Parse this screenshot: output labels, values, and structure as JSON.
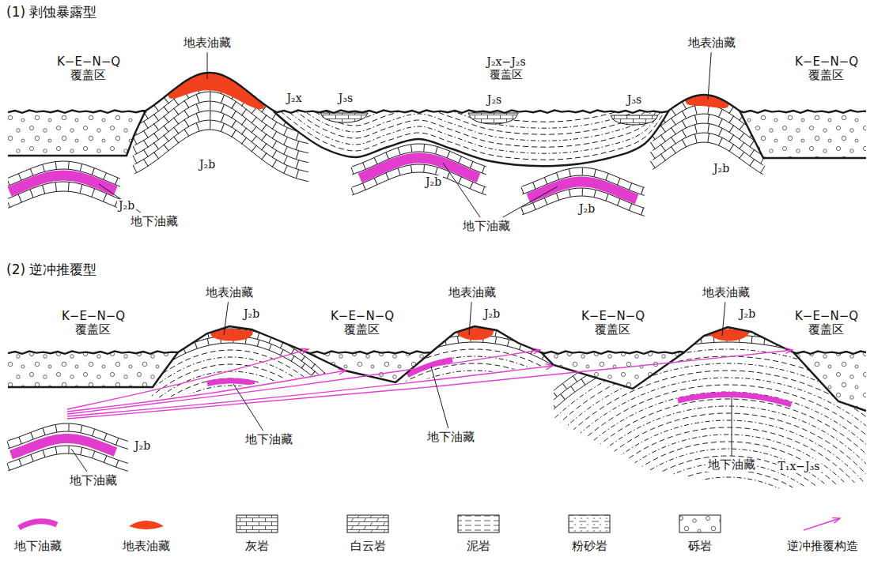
{
  "diagram": {
    "labels": [
      "(1) 剥蚀暴露型",
      "K−E−N−Q 覆盖区",
      "地表油藏",
      "J₂x−J₂s 覆盖区",
      "地表油藏",
      "K−E−N−Q 覆盖区",
      "J₂x",
      "J₃s",
      "J₂s",
      "J₃s",
      "J₂b",
      "J₂b",
      "J₂b",
      "J₂b",
      "J₂b",
      "地下油藏",
      "地下油藏",
      "(2) 逆冲推覆型",
      "K−E−N−Q 覆盖区",
      "地表油藏",
      "J₂b",
      "K−E−N−Q 覆盖区",
      "地表油藏",
      "J₂b",
      "K−E−N−Q 覆盖区",
      "地表油藏",
      "J₂b",
      "K−E−N−Q 覆盖区",
      "地下油藏",
      "地下油藏",
      "地下油藏",
      "J₂b",
      "地下油藏",
      "T₁x−J₃s"
    ],
    "legend": [
      {
        "text": "地下油藏"
      },
      {
        "text": "地表油藏"
      },
      {
        "text": "灰岩"
      },
      {
        "text": "白云岩"
      },
      {
        "text": "泥岩"
      },
      {
        "text": "粉砂岩"
      },
      {
        "text": "砾岩"
      },
      {
        "text": "逆冲推覆构造"
      }
    ]
  }
}
